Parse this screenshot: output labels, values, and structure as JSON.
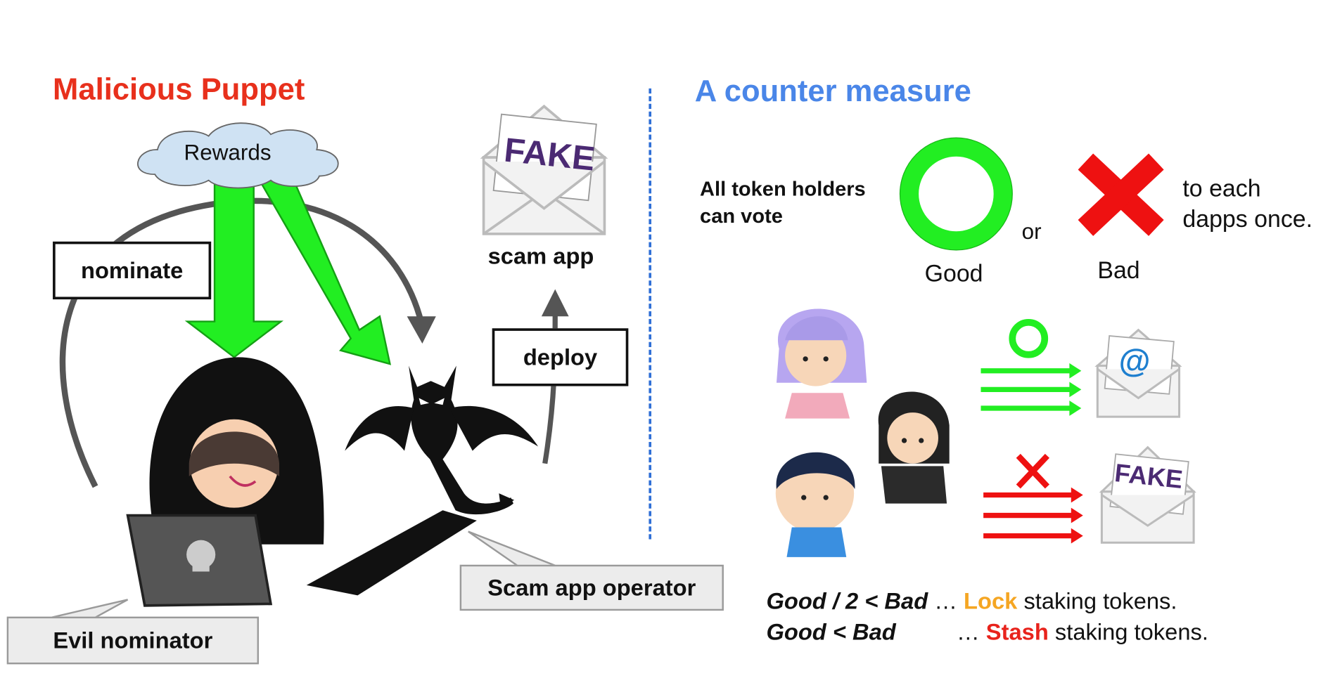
{
  "left": {
    "title": "Malicious Puppet",
    "rewards": "Rewards",
    "nominate": "nominate",
    "deploy": "deploy",
    "scam_app": "scam app",
    "fake": "FAKE",
    "scam_operator": "Scam app operator",
    "evil_nominator": "Evil nominator"
  },
  "right": {
    "title": "A counter measure",
    "voters_line1": "All token holders",
    "voters_line2": "can vote",
    "or": "or",
    "good": "Good",
    "bad": "Bad",
    "each_line1": "to each",
    "each_line2": "dapps once.",
    "fake": "FAKE",
    "at_sign": "@",
    "rule1": {
      "cond": "Good / 2 < Bad",
      "dots": "…",
      "action": "Lock",
      "rest": "staking tokens."
    },
    "rule2": {
      "cond": "Good < Bad",
      "dots": "…",
      "action": "Stash",
      "rest": "staking tokens."
    }
  },
  "colors": {
    "left_title": "#e8301c",
    "right_title": "#4a86e8",
    "green": "#22ee22",
    "red": "#ee1111",
    "lock": "#f5a623",
    "stash": "#e8231c",
    "divider": "#2f6fd6",
    "cloud": "#cfe2f3"
  },
  "icons": [
    "cloud-icon",
    "hacker-icon",
    "devil-icon",
    "envelope-icon",
    "circle-icon",
    "cross-icon",
    "person-icon"
  ]
}
